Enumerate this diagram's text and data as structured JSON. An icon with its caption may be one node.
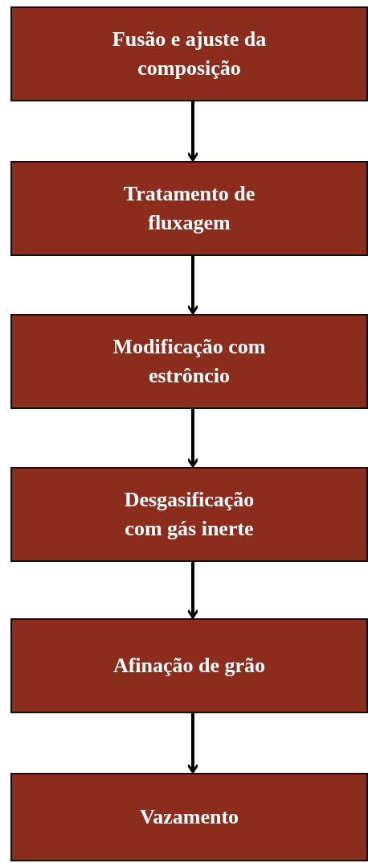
{
  "diagram": {
    "nodes": [
      {
        "text": [
          "Fusão e ajuste da composição"
        ]
      },
      {
        "text": [
          "Tratamento de fluxagem"
        ]
      },
      {
        "text": [
          "Modificação com estrôncio"
        ]
      },
      {
        "text": [
          "Desgasificação com gás inerte"
        ]
      },
      {
        "text": [
          "Afinação de grão"
        ]
      },
      {
        "text": [
          "Vazamento"
        ]
      }
    ],
    "edges": [
      {
        "from": 0,
        "to": 1,
        "arrow": "to"
      },
      {
        "from": 1,
        "to": 2,
        "arrow": "to"
      },
      {
        "from": 2,
        "to": 3,
        "arrow": "to"
      },
      {
        "from": 3,
        "to": 4,
        "arrow": "to"
      },
      {
        "from": 4,
        "to": 5,
        "arrow": "to"
      }
    ]
  }
}
